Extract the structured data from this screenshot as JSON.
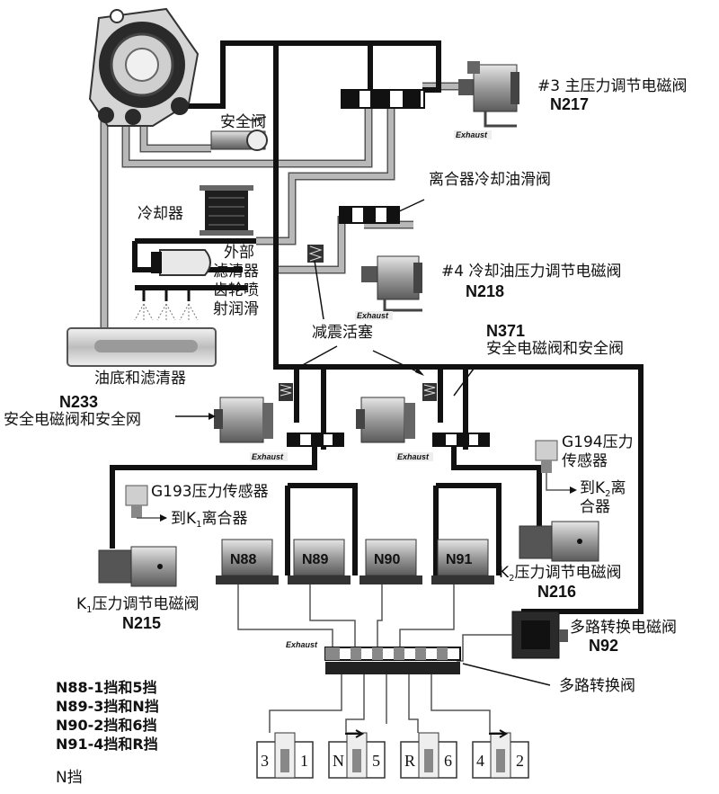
{
  "labels": {
    "n217_num": "#3 主压力调节电磁阀",
    "n217_code": "N217",
    "safety_valve": "安全阀",
    "clutch_cool_valve": "离合器冷却油滑阀",
    "cooler": "冷却器",
    "ext_filter_1": "外部",
    "ext_filter_2": "滤清器",
    "gear_spray_1": "齿轮喷",
    "gear_spray_2": "射润滑",
    "n218_num": "#4 冷却油压力调节电磁阀",
    "n218_code": "N218",
    "damper_piston": "减震活塞",
    "sump_filter": "油底和滤清器",
    "n371_code": "N371",
    "n371_desc": "安全电磁阀和安全阀",
    "n233_code": "N233",
    "n233_desc": "安全电磁阀和安全网",
    "g194_1": "G194压力",
    "g194_2": "传感器",
    "to_k2_1": "到K",
    "to_k2_sub": "2",
    "to_k2_2": "离",
    "to_k2_3": "合器",
    "g193": "G193压力传感器",
    "to_k1": "到K",
    "to_k1_sub": "1",
    "to_k1_2": "离合器",
    "k2_reg_pre": "K",
    "k2_reg_sub": "2",
    "k2_reg": "压力调节电磁阀",
    "n216_code": "N216",
    "k1_reg_pre": "K",
    "k1_reg_sub": "1",
    "k1_reg": "压力调节电磁阀",
    "n215_code": "N215",
    "multiplex_sol": "多路转换电磁阀",
    "n92_code": "N92",
    "multiplex_valve": "多路转换阀",
    "exhaust": "Exhaust",
    "neutral_label": "N挡"
  },
  "solenoids": [
    "N88",
    "N89",
    "N90",
    "N91"
  ],
  "legend": [
    "N88-1挡和5挡",
    "N89-3挡和N挡",
    "N90-2挡和6挡",
    "N91-4挡和R挡"
  ],
  "gear_slots": [
    {
      "left": "3",
      "right": "1"
    },
    {
      "left": "N",
      "right": "5"
    },
    {
      "left": "R",
      "right": "6"
    },
    {
      "left": "4",
      "right": "2"
    }
  ],
  "colors": {
    "pressure_line": "#111111",
    "return_line": "#b8b8b8",
    "component": "#9a9a9a"
  }
}
